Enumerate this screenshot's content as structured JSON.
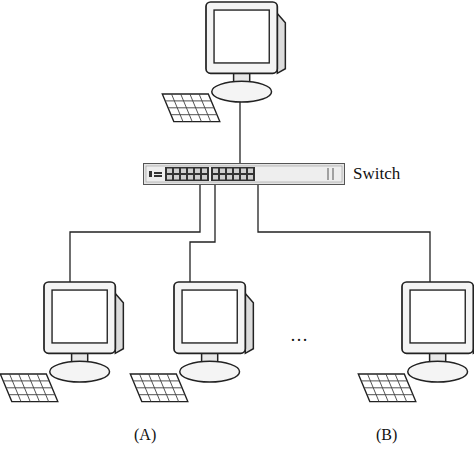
{
  "diagram": {
    "nodes": [
      {
        "text": [
          "Switch"
        ]
      }
    ],
    "labels": [
      "…",
      "(A)",
      "(B)"
    ]
  }
}
